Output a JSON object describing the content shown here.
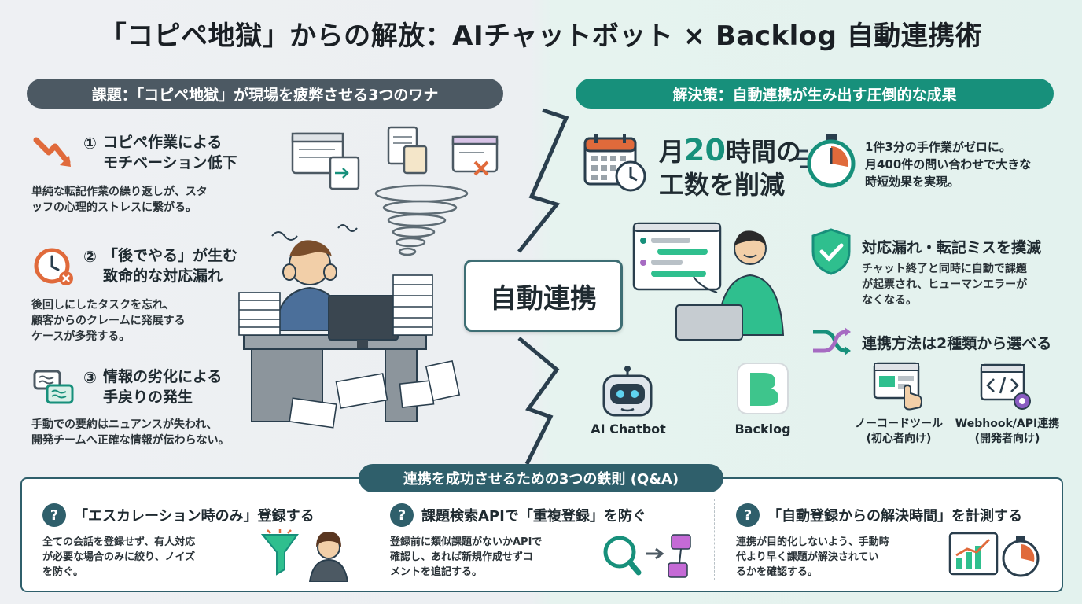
{
  "title": "「コピペ地獄」からの解放：AIチャットボット × Backlog 自動連携術",
  "left_header": "課題：「コピペ地獄」が現場を疲弊させる3つのワナ",
  "right_header": "解決策：自動連携が生み出す圧倒的な成果",
  "issues": [
    {
      "num": "①",
      "title1": "コピペ作業による",
      "title2": "モチベーション低下",
      "desc1": "単純な転記作業の繰り返しが、スタ",
      "desc2": "ッフの心理的ストレスに繋がる。",
      "desc3": ""
    },
    {
      "num": "②",
      "title1": "「後でやる」が生む",
      "title2": "致命的な対応漏れ",
      "desc1": "後回しにしたタスクを忘れ、",
      "desc2": "顧客からのクレームに発展する",
      "desc3": "ケースが多発する。"
    },
    {
      "num": "③",
      "title1": "情報の劣化による",
      "title2": "手戻りの発生",
      "desc1": "手動での要約はニュアンスが失われ、",
      "desc2": "開発チームへ正確な情報が伝わらない。",
      "desc3": ""
    }
  ],
  "center_label": "自動連携",
  "stat": {
    "prefix": "月",
    "number": "20",
    "suffix": "時間の",
    "line2": "工数を削減",
    "desc1": "1件3分の手作業がゼロに。",
    "desc2": "月400件の問い合わせで大きな",
    "desc3": "時短効果を実現。"
  },
  "feature1": {
    "title": "対応漏れ・転記ミスを撲滅",
    "desc1": "チャット終了と同時に自動で課題",
    "desc2": "が起票され、ヒューマンエラーが",
    "desc3": "なくなる。"
  },
  "feature2": {
    "title": "連携方法は2種類から選べる"
  },
  "logos": {
    "chatbot": "AI Chatbot",
    "backlog": "Backlog"
  },
  "methods": [
    {
      "line1": "ノーコードツール",
      "line2": "(初心者向け)"
    },
    {
      "line1": "Webhook/API連携",
      "line2": "(開発者向け)"
    }
  ],
  "qa_header": "連携を成功させるための3つの鉄則 (Q&A)",
  "qa": [
    {
      "q": "?",
      "title": "「エスカレーション時のみ」登録する",
      "desc1": "全ての会話を登録せず、有人対応",
      "desc2": "が必要な場合のみに絞り、ノイズ",
      "desc3": "を防ぐ。"
    },
    {
      "q": "?",
      "title": "課題検索APIで「重複登録」を防ぐ",
      "desc1": "登録前に類似課題がないかAPIで",
      "desc2": "確認し、あれば新規作成せずコ",
      "desc3": "メントを追記する。"
    },
    {
      "q": "?",
      "title": "「自動登録からの解決時間」を計測する",
      "desc1": "連携が目的化しないよう、手動時",
      "desc2": "代より早く課題が解決されてい",
      "desc3": "るかを確認する。"
    }
  ],
  "colors": {
    "teal": "#17907b",
    "slate": "#4c5963",
    "navy": "#2f5f6b",
    "orange": "#e06a3b"
  }
}
